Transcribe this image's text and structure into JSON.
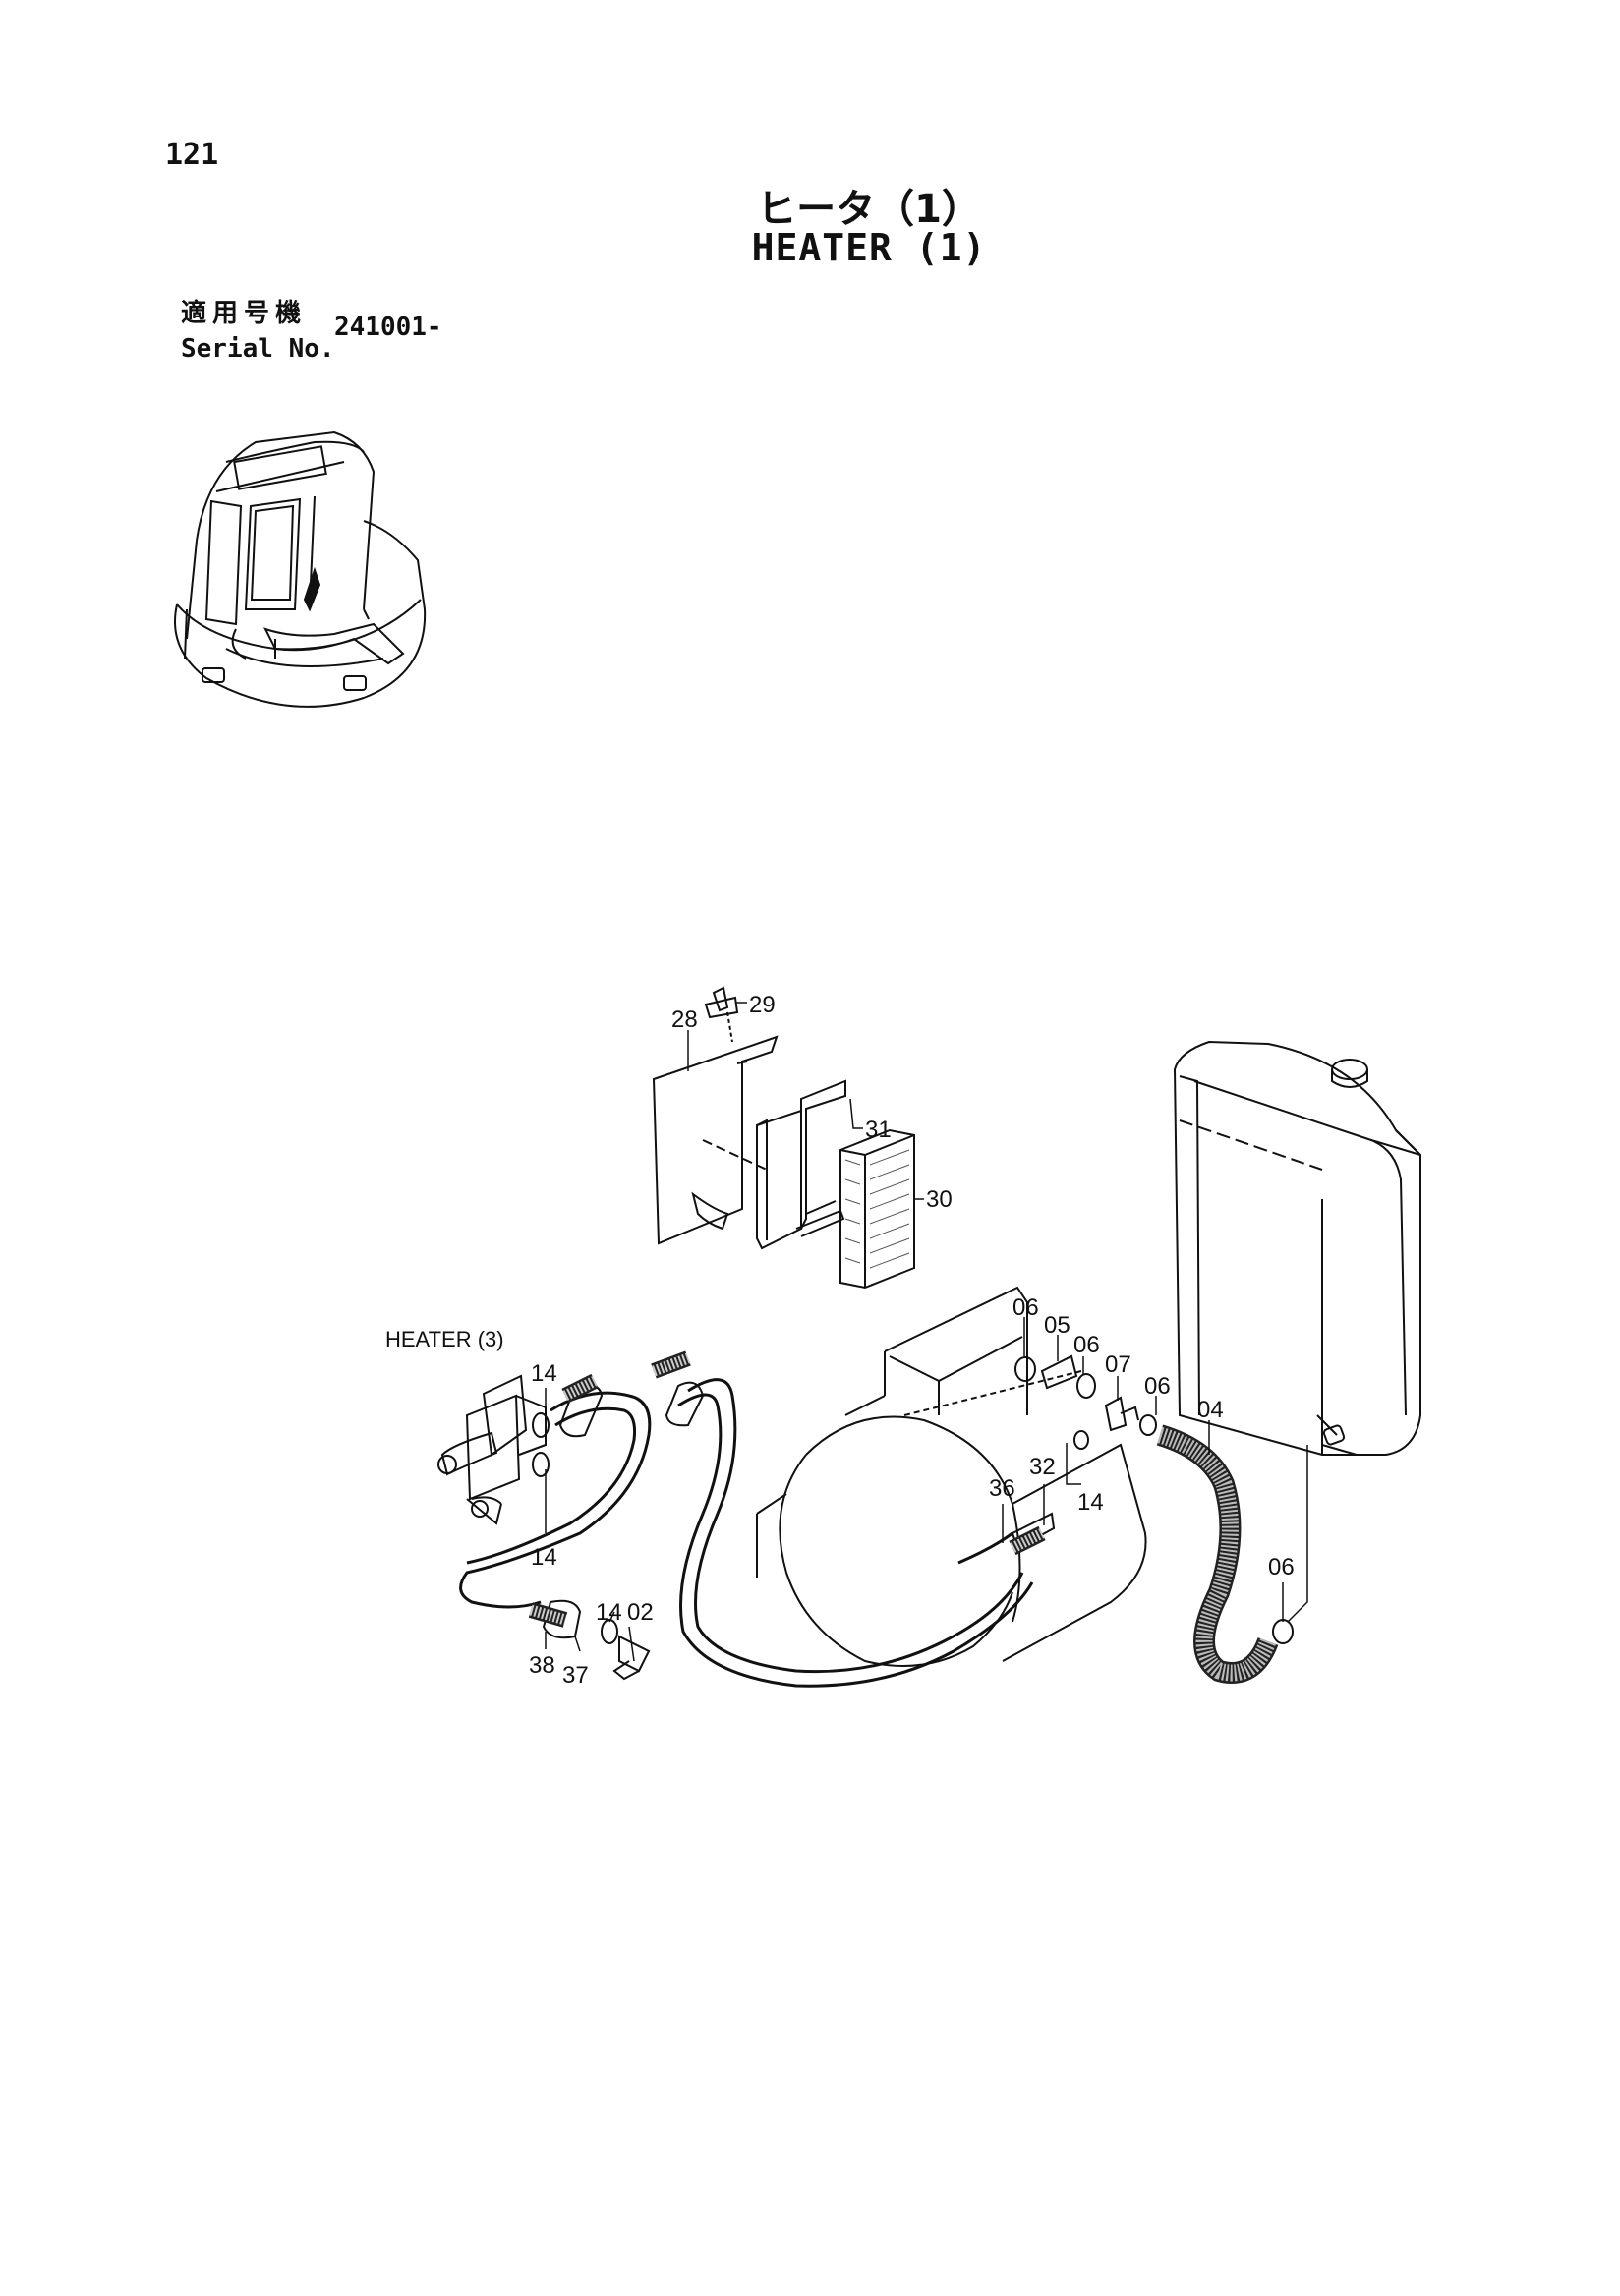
{
  "page": {
    "number": "121"
  },
  "title": {
    "japanese": "ヒータ（1）",
    "english": "HEATER (1)"
  },
  "serial": {
    "label_ja": "適用号機",
    "label_en": "Serial No.",
    "value": "241001-"
  },
  "diagram": {
    "reference_label": "HEATER (3)",
    "callouts": [
      "29",
      "28",
      "31",
      "30",
      "06",
      "05",
      "06",
      "07",
      "06",
      "04",
      "36",
      "32",
      "14",
      "14",
      "14",
      "14",
      "02",
      "38",
      "37",
      "06"
    ]
  }
}
